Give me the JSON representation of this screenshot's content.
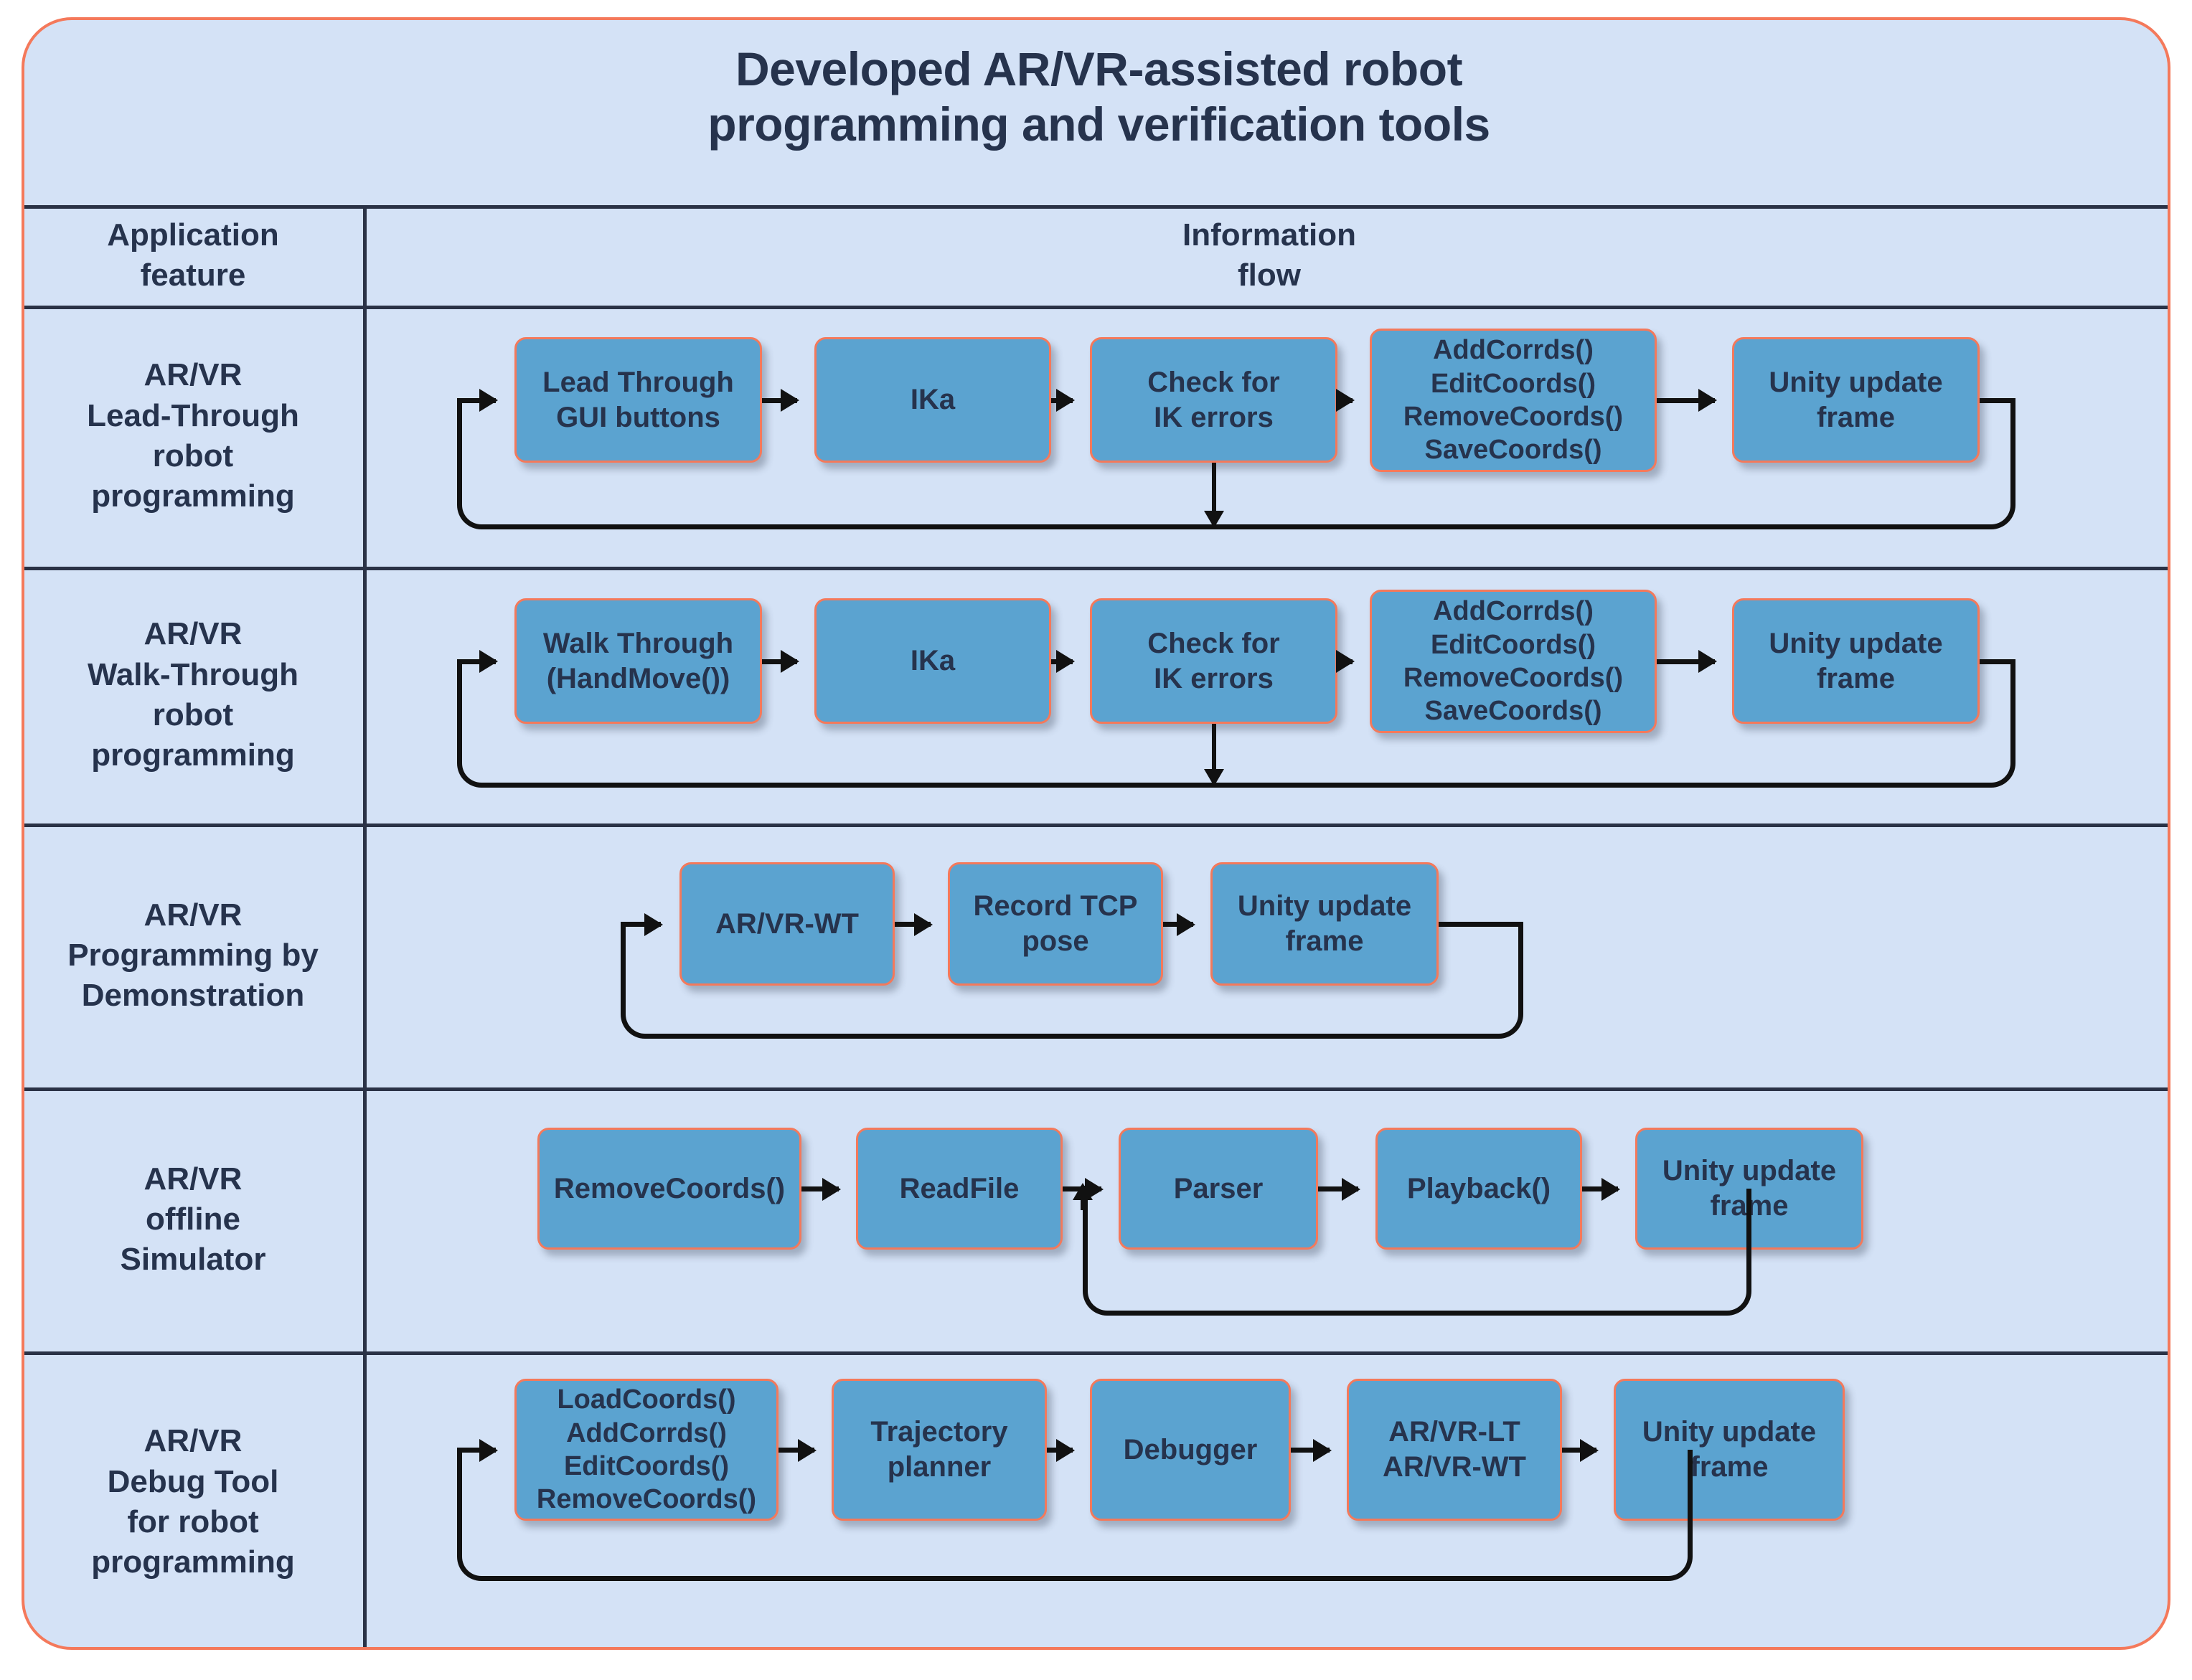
{
  "title": {
    "line1": "Developed AR/VR-assisted robot",
    "line2": "programming and verification tools"
  },
  "colors": {
    "panel_bg": "#d4e2f6",
    "panel_border": "#f4795b",
    "box_fill": "#5ba3d0",
    "box_border": "#f4795b",
    "text": "#26334d",
    "grid_line": "#2a3246",
    "connector": "#111111"
  },
  "header": {
    "col_feature_line1": "Application",
    "col_feature_line2": "feature",
    "col_flow_line1": "Information",
    "col_flow_line2": "flow"
  },
  "rows": [
    {
      "feature": [
        "AR/VR",
        "Lead-Through",
        "robot",
        "programming"
      ],
      "boxes": [
        {
          "lines": [
            "Lead Through",
            "GUI buttons"
          ]
        },
        {
          "lines": [
            "IKa"
          ]
        },
        {
          "lines": [
            "Check for",
            "IK errors"
          ]
        },
        {
          "lines": [
            "AddCorrds()",
            "EditCoords()",
            "RemoveCoords()",
            "SaveCoords()"
          ]
        },
        {
          "lines": [
            "Unity update",
            "frame"
          ]
        }
      ],
      "has_feedback_loop": true,
      "has_branch_down": true
    },
    {
      "feature": [
        "AR/VR",
        "Walk-Through",
        "robot",
        "programming"
      ],
      "boxes": [
        {
          "lines": [
            "Walk Through",
            "(HandMove())"
          ]
        },
        {
          "lines": [
            "IKa"
          ]
        },
        {
          "lines": [
            "Check for",
            "IK errors"
          ]
        },
        {
          "lines": [
            "AddCorrds()",
            "EditCoords()",
            "RemoveCoords()",
            "SaveCoords()"
          ]
        },
        {
          "lines": [
            "Unity update",
            "frame"
          ]
        }
      ],
      "has_feedback_loop": true,
      "has_branch_down": true
    },
    {
      "feature": [
        "AR/VR",
        "Programming by",
        "Demonstration"
      ],
      "boxes": [
        {
          "lines": [
            "AR/VR-WT"
          ]
        },
        {
          "lines": [
            "Record TCP",
            "pose"
          ]
        },
        {
          "lines": [
            "Unity update",
            "frame"
          ]
        }
      ],
      "has_feedback_loop": true,
      "has_branch_down": false
    },
    {
      "feature": [
        "AR/VR",
        "offline",
        "Simulator"
      ],
      "boxes": [
        {
          "lines": [
            "RemoveCoords()"
          ]
        },
        {
          "lines": [
            "ReadFile"
          ]
        },
        {
          "lines": [
            "Parser"
          ]
        },
        {
          "lines": [
            "Playback()"
          ]
        },
        {
          "lines": [
            "Unity update",
            "frame"
          ]
        }
      ],
      "has_feedback_loop": true,
      "has_branch_down": false
    },
    {
      "feature": [
        "AR/VR",
        "Debug Tool",
        "for robot",
        "programming"
      ],
      "boxes": [
        {
          "lines": [
            "LoadCoords()",
            "AddCorrds()",
            "EditCoords()",
            "RemoveCoords()"
          ]
        },
        {
          "lines": [
            "Trajectory",
            "planner"
          ]
        },
        {
          "lines": [
            "Debugger"
          ]
        },
        {
          "lines": [
            "AR/VR-LT",
            "AR/VR-WT"
          ]
        },
        {
          "lines": [
            "Unity update",
            "frame"
          ]
        }
      ],
      "has_feedback_loop": true,
      "has_branch_down": false
    }
  ]
}
